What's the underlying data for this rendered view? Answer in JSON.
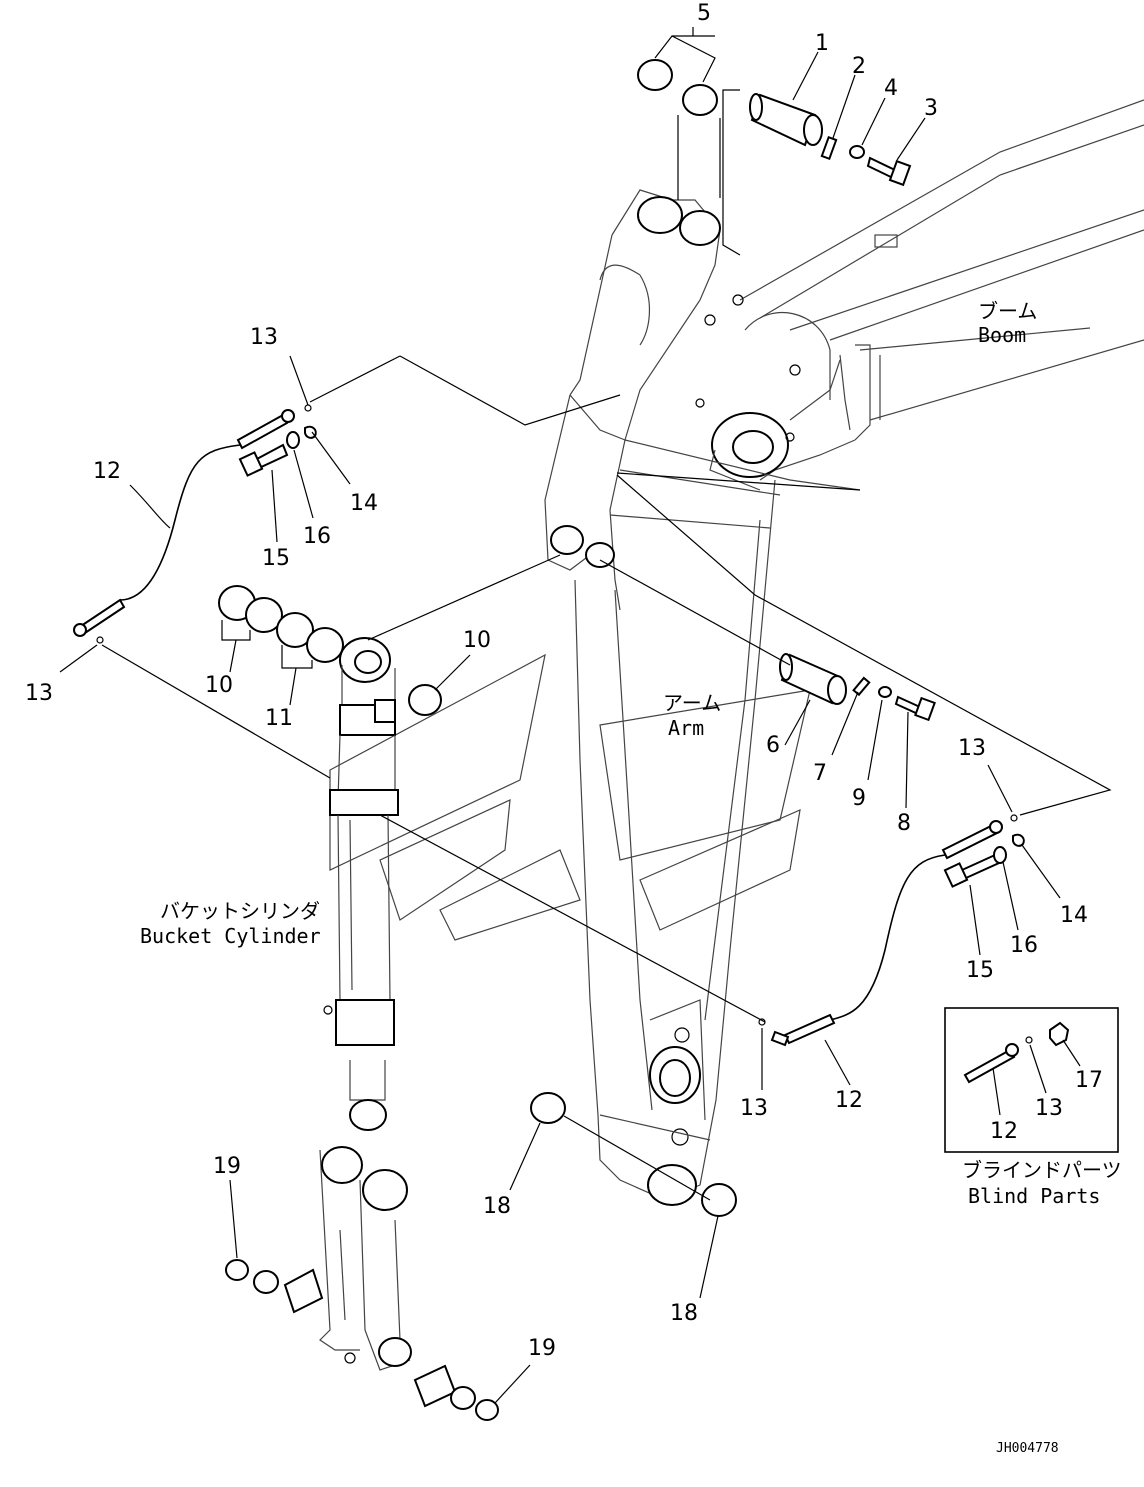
{
  "diagram_code": "JH004778",
  "labels": {
    "boom_jp": "ブーム",
    "boom_en": "Boom",
    "arm_jp": "アーム",
    "arm_en": "Arm",
    "bucket_cylinder_jp": "バケットシリンダ",
    "bucket_cylinder_en": "Bucket Cylinder",
    "blind_parts_jp": "ブラインドパーツ",
    "blind_parts_en": "Blind Parts"
  },
  "callouts": {
    "c1": "1",
    "c2": "2",
    "c3": "3",
    "c4": "4",
    "c5": "5",
    "c6": "6",
    "c7": "7",
    "c8": "8",
    "c9": "9",
    "c10a": "10",
    "c10b": "10",
    "c11": "11",
    "c12a": "12",
    "c12b": "12",
    "c12c": "12",
    "c13a": "13",
    "c13b": "13",
    "c13c": "13",
    "c13d": "13",
    "c13e": "13",
    "c14a": "14",
    "c14b": "14",
    "c15a": "15",
    "c15b": "15",
    "c16a": "16",
    "c16b": "16",
    "c17": "17",
    "c18a": "18",
    "c18b": "18",
    "c19a": "19",
    "c19b": "19"
  }
}
